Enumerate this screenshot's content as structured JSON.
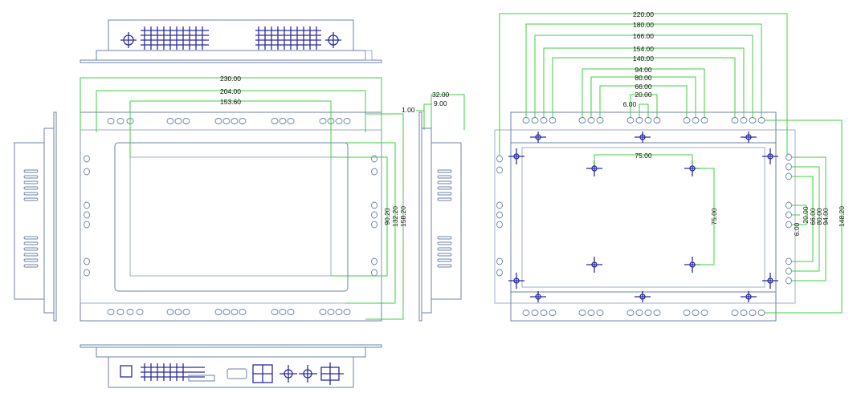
{
  "front_view": {
    "width_dims": [
      "230.00",
      "204.00",
      "153.60"
    ],
    "height_dims": [
      "90.20",
      "132.20",
      "158.20"
    ],
    "side_dims": [
      "32.00",
      "9.00",
      "1.00"
    ]
  },
  "back_view": {
    "hole_dims": [
      "220.00",
      "180.00",
      "166.00",
      "154.00",
      "140.00",
      "94.00",
      "80.00",
      "66.00",
      "20.00",
      "6.00"
    ],
    "vesa_h": "75.00",
    "vesa_v": "75.00",
    "side_hole_dims": [
      "6.00",
      "20.00",
      "66.00",
      "80.00",
      "94.00",
      "148.20"
    ]
  },
  "colors": {
    "outline": "#6b82a8",
    "dimension": "#3fcf3f",
    "mount": "#2a2aa0"
  }
}
